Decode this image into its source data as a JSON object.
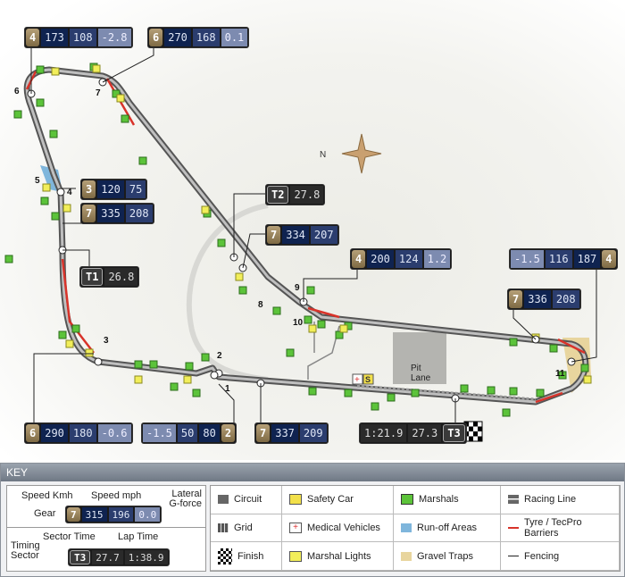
{
  "speed_boxes": [
    {
      "id": "t6-top",
      "gear": "4",
      "kmh": "173",
      "mph": "108",
      "g": "-2.8"
    },
    {
      "id": "t7-top",
      "gear": "6",
      "kmh": "270",
      "mph": "168",
      "g": "0.1"
    },
    {
      "id": "t4",
      "gear": "3",
      "kmh": "120",
      "mph": "75"
    },
    {
      "id": "t4b",
      "gear": "7",
      "kmh": "335",
      "mph": "208"
    },
    {
      "id": "serraglio",
      "gear": "7",
      "kmh": "334",
      "mph": "207"
    },
    {
      "id": "t9",
      "gear": "4",
      "kmh": "200",
      "mph": "124",
      "g": "1.2"
    },
    {
      "id": "t11",
      "gear": "4",
      "kmh": "187",
      "mph": "116",
      "g": "-1.5"
    },
    {
      "id": "backstraight",
      "gear": "7",
      "kmh": "336",
      "mph": "208"
    },
    {
      "id": "t3",
      "gear": "6",
      "kmh": "290",
      "mph": "180",
      "g": "-0.6"
    },
    {
      "id": "t1",
      "gear": "2",
      "kmh": "80",
      "mph": "50",
      "g": "-1.5"
    },
    {
      "id": "mainstraight",
      "gear": "7",
      "kmh": "337",
      "mph": "209"
    }
  ],
  "timing": [
    {
      "sector": "T1",
      "time": "26.8"
    },
    {
      "sector": "T2",
      "time": "27.8"
    },
    {
      "sector": "T3",
      "time": "27.3",
      "lap": "1:21.9"
    }
  ],
  "turns": [
    "1",
    "2",
    "3",
    "4",
    "5",
    "6",
    "7",
    "8",
    "9",
    "10",
    "11"
  ],
  "compass": "N",
  "pit_lane": "Pit Lane",
  "safety_car": "S",
  "key": {
    "title": "KEY",
    "speed_kmh": "Speed Kmh",
    "speed_mph": "Speed mph",
    "lateral": "Lateral G-force",
    "gear": "Gear",
    "example": {
      "gear": "7",
      "kmh": "315",
      "mph": "196",
      "g": "0.0"
    },
    "sector_time": "Sector Time",
    "lap_time": "Lap Time",
    "timing_sector": "Timing Sector",
    "timing_example": {
      "sector": "T3",
      "time": "27.7",
      "lap": "1:38.9"
    },
    "items": [
      "Circuit",
      "Safety Car",
      "Marshals",
      "Racing Line",
      "Grid",
      "Medical Vehicles",
      "Run-off Areas",
      "Tyre / TecPro Barriers",
      "Finish",
      "Marshal Lights",
      "Gravel Traps",
      "Fencing"
    ]
  },
  "colors": {
    "marshal": "#5cc33a",
    "light": "#f2ee5a",
    "barrier": "#d8332a",
    "runoff": "#7fb6dc",
    "gravel": "#e8d59e",
    "gear": "#9c875c"
  }
}
